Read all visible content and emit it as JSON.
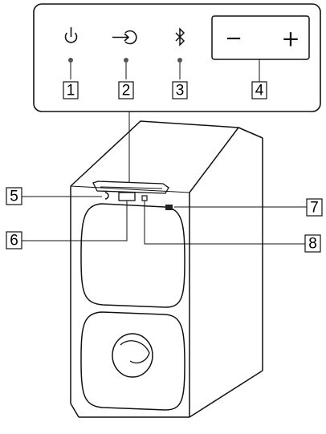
{
  "callouts": {
    "c1": "1",
    "c2": "2",
    "c3": "3",
    "c4": "4",
    "c5": "5",
    "c6": "6",
    "c7": "7",
    "c8": "8"
  },
  "panel": {
    "minus": "−",
    "plus": "+"
  },
  "icons": {
    "power": "power-icon",
    "input": "input-icon",
    "bluetooth": "bluetooth-icon",
    "volume": "volume-buttons"
  },
  "colors": {
    "line": "#111111",
    "background": "#ffffff"
  }
}
